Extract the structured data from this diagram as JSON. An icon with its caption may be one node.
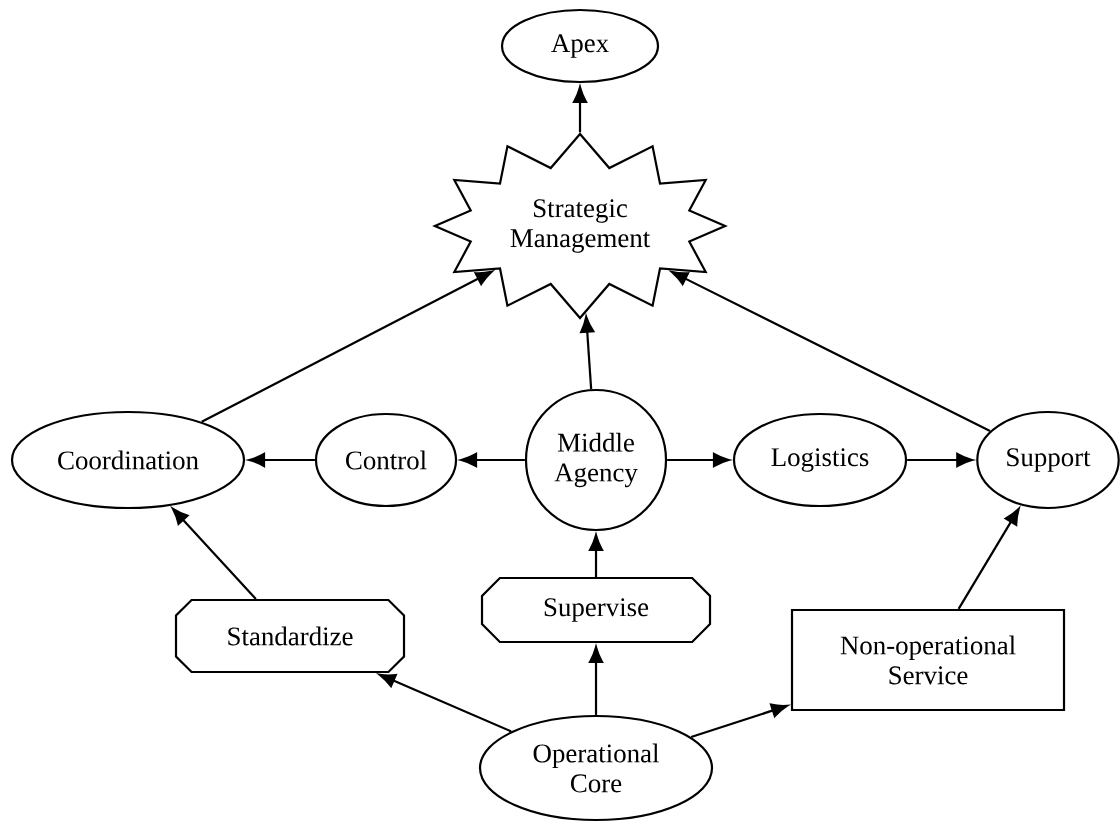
{
  "diagram": {
    "nodes": [
      {
        "text": [
          "Apex"
        ]
      },
      {
        "text": [
          "Strategic Management"
        ]
      },
      {
        "text": [
          "Coordination"
        ]
      },
      {
        "text": [
          "Control"
        ]
      },
      {
        "text": [
          "Middle Agency"
        ]
      },
      {
        "text": [
          "Logistics"
        ]
      },
      {
        "text": [
          "Support"
        ]
      },
      {
        "text": [
          "Standardize"
        ]
      },
      {
        "text": [
          "Supervise"
        ]
      },
      {
        "text": [
          "Non-operational Service"
        ]
      },
      {
        "text": [
          "Operational Core"
        ]
      }
    ],
    "edges": [
      {
        "from": 1,
        "to": 0,
        "arrow": "to"
      },
      {
        "from": 2,
        "to": 1,
        "arrow": "to"
      },
      {
        "from": 4,
        "to": 1,
        "arrow": "to"
      },
      {
        "from": 6,
        "to": 1,
        "arrow": "to"
      },
      {
        "from": 4,
        "to": 3,
        "arrow": "to"
      },
      {
        "from": 3,
        "to": 2,
        "arrow": "to"
      },
      {
        "from": 4,
        "to": 5,
        "arrow": "to"
      },
      {
        "from": 5,
        "to": 6,
        "arrow": "to"
      },
      {
        "from": 7,
        "to": 2,
        "arrow": "to"
      },
      {
        "from": 8,
        "to": 4,
        "arrow": "to"
      },
      {
        "from": 9,
        "to": 6,
        "arrow": "to"
      },
      {
        "from": 10,
        "to": 7,
        "arrow": "to"
      },
      {
        "from": 10,
        "to": 8,
        "arrow": "to"
      },
      {
        "from": 10,
        "to": 9,
        "arrow": "to"
      }
    ]
  }
}
